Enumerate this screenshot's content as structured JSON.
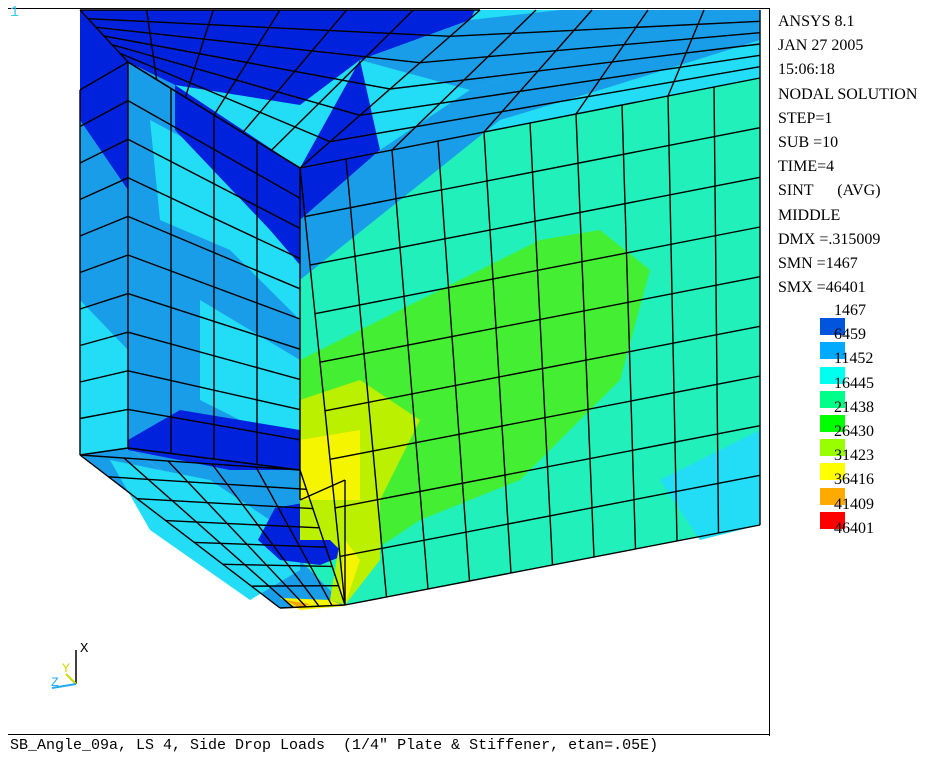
{
  "window_number": "1",
  "info": {
    "software": "ANSYS 8.1",
    "date": "JAN 27 2005",
    "time": "15:06:18",
    "solution_type": "NODAL SOLUTION",
    "step": "STEP=1",
    "sub": "SUB =10",
    "time_value": "TIME=4",
    "result": "SINT      (AVG)",
    "layer": "MIDDLE",
    "dmx": "DMX =.315009",
    "smn": "SMN =1467",
    "smx": "SMX =46401"
  },
  "legend": [
    {
      "value": "1467",
      "color": "#0000ff"
    },
    {
      "value": "6459",
      "color": "#0055dd"
    },
    {
      "value": "11452",
      "color": "#00aaff"
    },
    {
      "value": "16445",
      "color": "#00ffee"
    },
    {
      "value": "21438",
      "color": "#00ff88"
    },
    {
      "value": "26430",
      "color": "#00ff00"
    },
    {
      "value": "31423",
      "color": "#99ff00"
    },
    {
      "value": "36416",
      "color": "#ffff00"
    },
    {
      "value": "41409",
      "color": "#ffaa00"
    },
    {
      "value": "46401",
      "color": "#ff0000"
    }
  ],
  "triad": {
    "x": "X",
    "y": "Y",
    "z": "Z"
  },
  "caption": "SB_Angle_09a, LS 4, Side Drop Loads  (1/4\" Plate & Stiffener, etan=.05E)",
  "colors": {
    "dark_blue": "#0022dd",
    "mid_blue": "#1a9de8",
    "light_blue": "#22ddf5",
    "cyan_green": "#22f0bb",
    "green": "#44ee33",
    "yellow_green": "#bbf000",
    "yellow": "#f5f500",
    "orange": "#f5a500"
  }
}
